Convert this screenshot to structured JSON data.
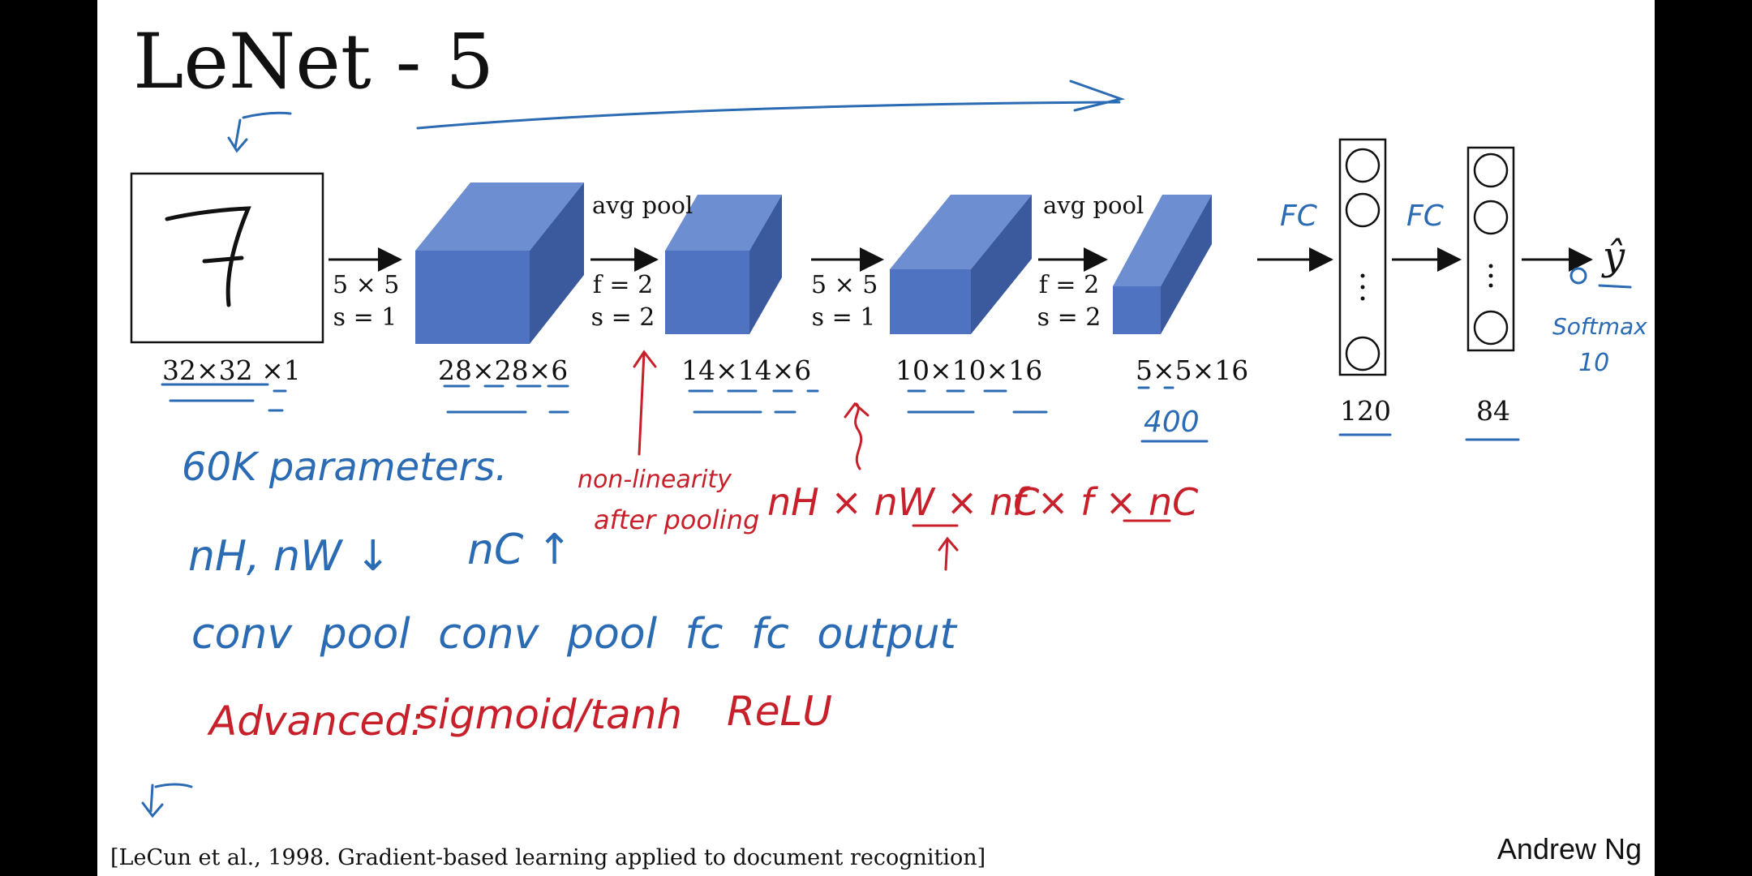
{
  "title": "LeNet - 5",
  "input": {
    "digit": "7",
    "dims": "32×32 ×1"
  },
  "layers": {
    "conv1": {
      "dims": "28×28×6"
    },
    "pool1": {
      "label": "avg pool",
      "dims": "14×14×6"
    },
    "conv2": {
      "dims": "10×10×16"
    },
    "pool2": {
      "label": "avg pool",
      "dims": "5×5×16"
    },
    "fc1": {
      "size": "120"
    },
    "fc2": {
      "size": "84"
    }
  },
  "ops": {
    "conv1": [
      "5 × 5",
      "s = 1"
    ],
    "pool1": [
      "f = 2",
      "s = 2"
    ],
    "conv2": [
      "5 × 5",
      "s = 1"
    ],
    "pool2": [
      "f = 2",
      "s = 2"
    ]
  },
  "output_symbol": "ŷ",
  "annotations": {
    "blue": {
      "fc_a": "FC",
      "fc_b": "FC",
      "flatten": "400",
      "softmax": "Softmax",
      "softmax_n": "10",
      "params": "60K parameters.",
      "shrink": "nH, nW ↓",
      "grow": "nC ↑",
      "pattern": "conv pool conv pool fc fc output"
    },
    "red": {
      "nonlinearity": "non-linearity",
      "after_pooling": "after pooling",
      "dims_formula": "nH × nW × nC",
      "filter_formula": "f × f × nC",
      "advanced": "Advanced:",
      "activations": "sigmoid/tanh",
      "relu": "ReLU"
    }
  },
  "citation": "[LeCun et al., 1998. Gradient-based learning applied to document recognition]",
  "author": "Andrew Ng",
  "colors": {
    "block_front": "#4f73c0",
    "block_top": "#6d8ed0",
    "block_side": "#3b5a9e",
    "ink_blue": "#2a6bb3",
    "ink_red": "#c8202a"
  }
}
